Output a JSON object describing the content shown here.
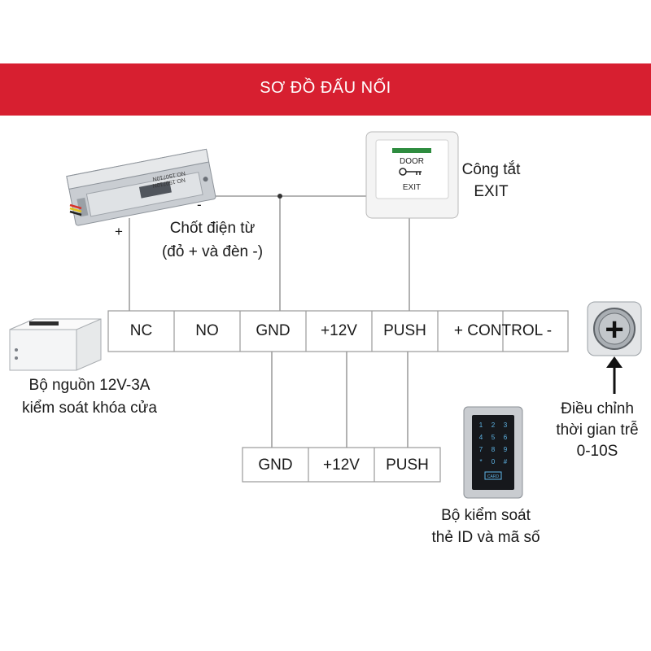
{
  "header": {
    "title": "SƠ ĐỒ ĐẤU NỐI"
  },
  "lock": {
    "label_line1": "Chốt điện từ",
    "label_line2": "(đỏ + và đèn -)",
    "plus_sign": "+",
    "minus_sign": "-",
    "sticker_line1": "NO.150710N",
    "sticker_line2": "NO.150710N"
  },
  "exit_switch": {
    "plate_top": "DOOR",
    "plate_bottom": "EXIT",
    "label_line1": "Công tắt",
    "label_line2": "EXIT"
  },
  "power_supply": {
    "label_line1": "Bộ nguồn 12V-3A",
    "label_line2": "kiểm soát khóa cửa"
  },
  "main_terminal": {
    "cells": [
      "NC",
      "NO",
      "GND",
      "+12V",
      "PUSH",
      "+ CONTROL -"
    ]
  },
  "lower_terminal": {
    "cells": [
      "GND",
      "+12V",
      "PUSH"
    ]
  },
  "keypad": {
    "keys": [
      "1",
      "2",
      "3",
      "4",
      "5",
      "6",
      "7",
      "8",
      "9",
      "*",
      "0",
      "#"
    ],
    "card_text": "CARD",
    "label_line1": "Bộ kiểm soát",
    "label_line2": "thẻ ID và mã số"
  },
  "delay_knob": {
    "symbol": "+",
    "label_line1": "Điều chỉnh",
    "label_line2": "thời gian trễ",
    "label_line3": "0-10S"
  },
  "colors": {
    "banner": "#d71f30",
    "wire": "#888888",
    "text": "#1a1a1a"
  }
}
